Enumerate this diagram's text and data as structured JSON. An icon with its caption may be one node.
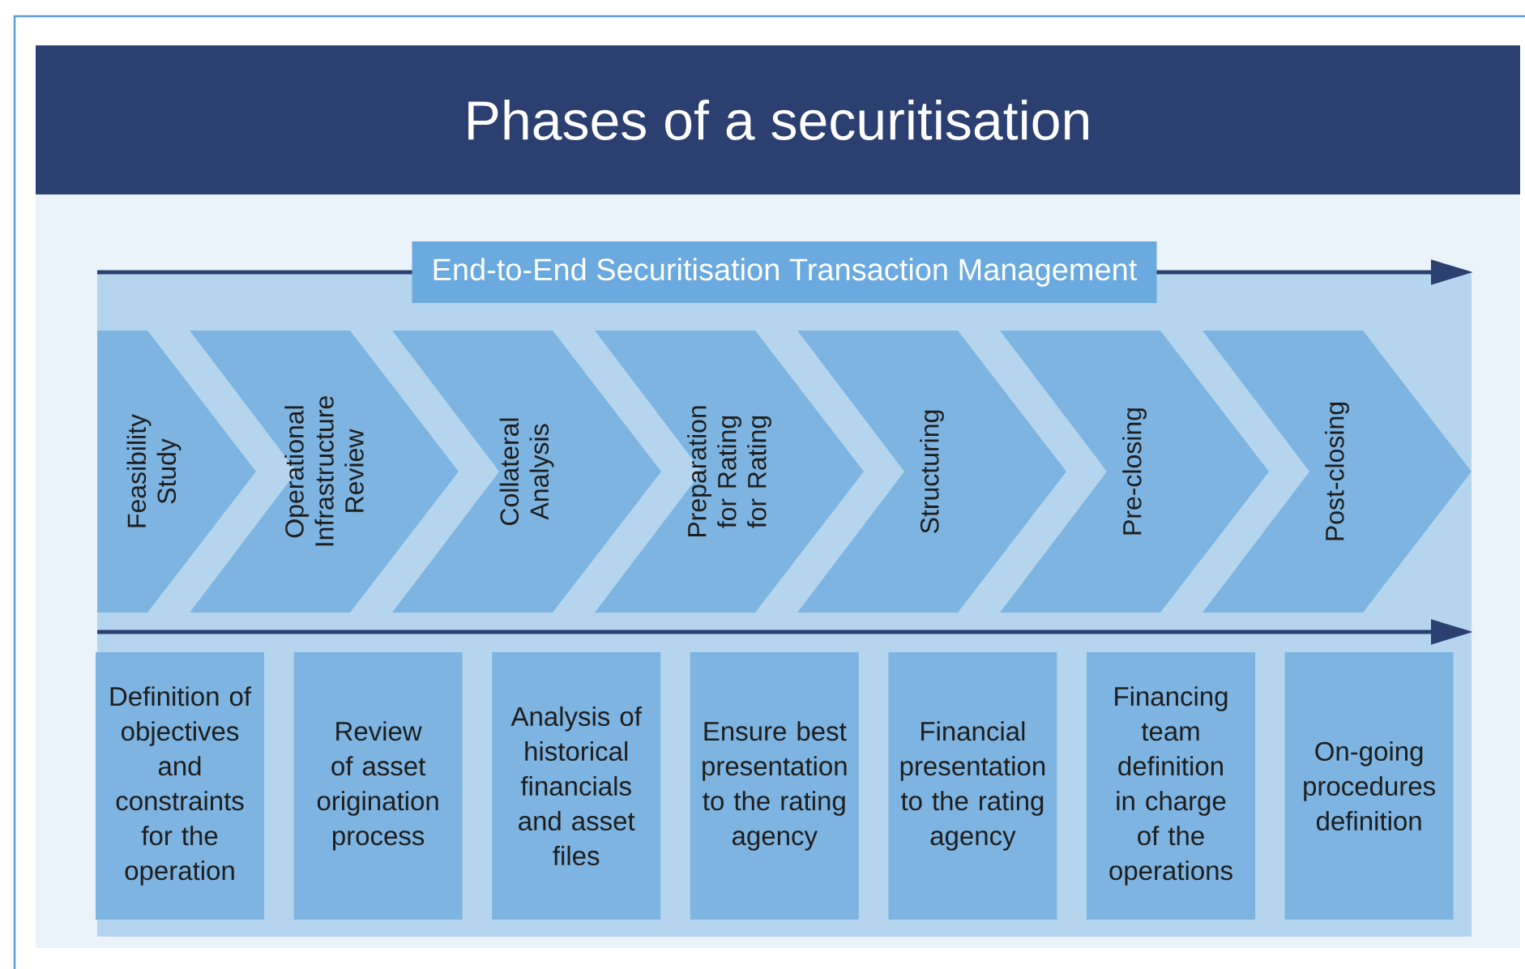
{
  "diagram": {
    "title": "Phases of a securitisation",
    "nodes": [
      {
        "text": [
          "End-to-End Securitisation Transaction Management"
        ]
      },
      {
        "text": [
          "Feasibility Study"
        ]
      },
      {
        "text": [
          "Operational Infrastructure Review"
        ]
      },
      {
        "text": [
          "Collateral Analysis"
        ]
      },
      {
        "text": [
          "Preparation for Rating for Rating"
        ]
      },
      {
        "text": [
          "Structuring"
        ]
      },
      {
        "text": [
          "Pre-closing"
        ]
      },
      {
        "text": [
          "Post-closing"
        ]
      },
      {
        "text": [
          "Definition of objectives and constraints for the operation"
        ]
      },
      {
        "text": [
          "Review of asset origination process"
        ]
      },
      {
        "text": [
          "Analysis of historical financials and asset files"
        ]
      },
      {
        "text": [
          "Ensure best presentation to the rating agency"
        ]
      },
      {
        "text": [
          "Financial presentation to the rating agency"
        ]
      },
      {
        "text": [
          "Financing team definition in charge of the operations"
        ]
      },
      {
        "text": [
          "On-going procedures definition"
        ]
      }
    ]
  }
}
